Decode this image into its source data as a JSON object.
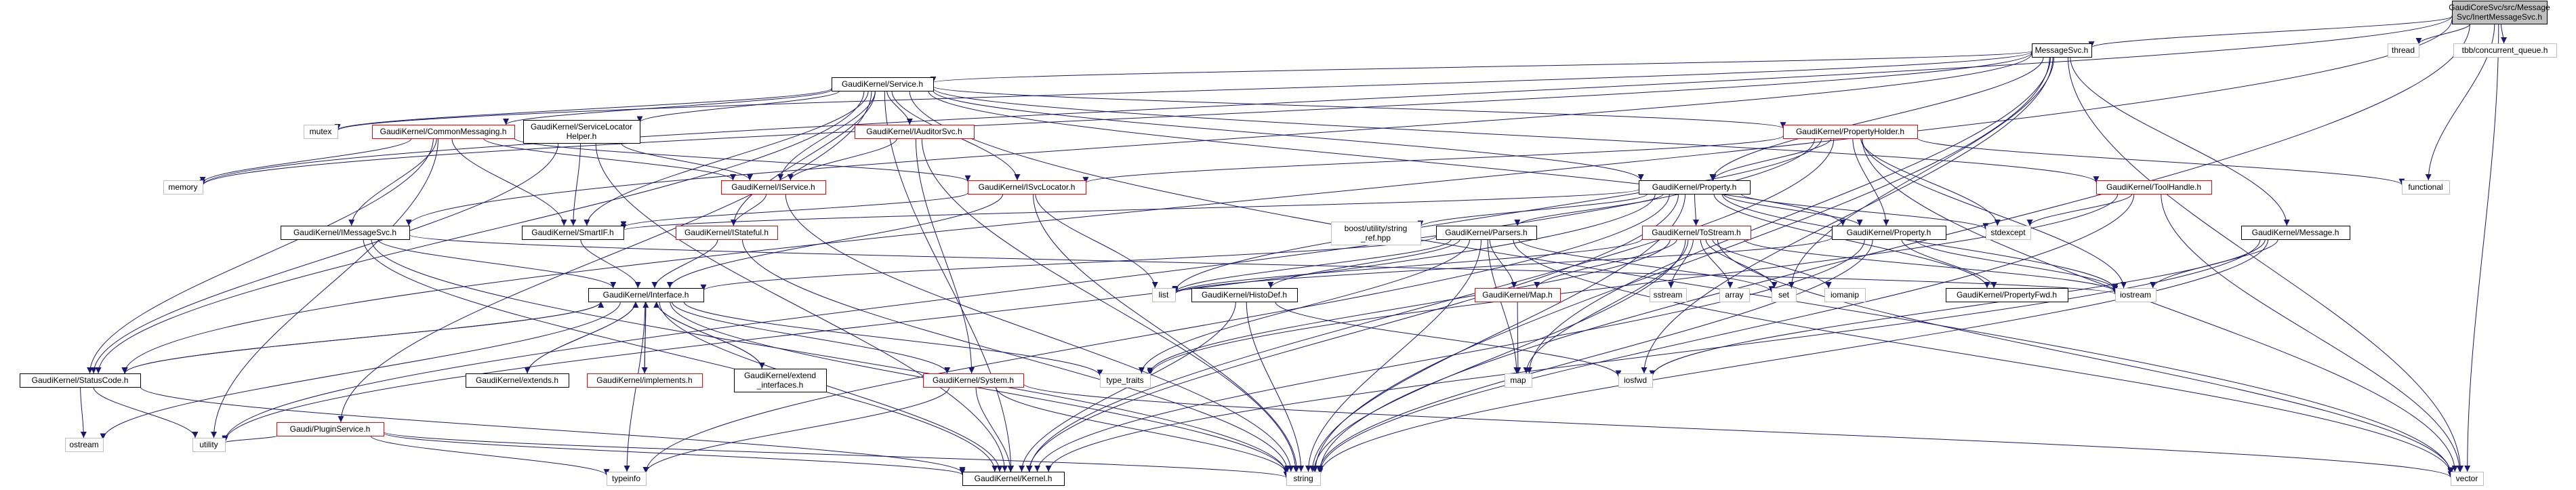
{
  "colors": {
    "edge": "#191970",
    "root_fill": "#bfbfbf",
    "linked_border": "#ff0000",
    "missing_border": "#bfbfbf",
    "plain_border": "#000000"
  },
  "nodes": [
    {
      "id": "root",
      "lines": [
        "GaudiCoreSvc/src/Message",
        "Svc/InertMessageSvc.h"
      ],
      "kind": "root"
    },
    {
      "id": "thread",
      "lines": [
        "thread"
      ],
      "kind": "missing"
    },
    {
      "id": "tbb",
      "lines": [
        "tbb/concurrent_queue.h"
      ],
      "kind": "missing"
    },
    {
      "id": "msgsvc",
      "lines": [
        "MessageSvc.h"
      ],
      "kind": "plain"
    },
    {
      "id": "service",
      "lines": [
        "GaudiKernel/Service.h"
      ],
      "kind": "plain"
    },
    {
      "id": "mutex",
      "lines": [
        "mutex"
      ],
      "kind": "missing"
    },
    {
      "id": "commonmsg",
      "lines": [
        "GaudiKernel/CommonMessaging.h"
      ],
      "kind": "linked"
    },
    {
      "id": "svclochelper",
      "lines": [
        "GaudiKernel/ServiceLocator",
        "Helper.h"
      ],
      "kind": "plain"
    },
    {
      "id": "auditorsvc",
      "lines": [
        "GaudiKernel/IAuditorSvc.h"
      ],
      "kind": "linked"
    },
    {
      "id": "propholder",
      "lines": [
        "GaudiKernel/PropertyHolder.h"
      ],
      "kind": "linked"
    },
    {
      "id": "memory",
      "lines": [
        "memory"
      ],
      "kind": "missing"
    },
    {
      "id": "isvclocator",
      "lines": [
        "GaudiKernel/ISvcLocator.h"
      ],
      "kind": "linked"
    },
    {
      "id": "iservice",
      "lines": [
        "GaudiKernel/IService.h"
      ],
      "kind": "linked"
    },
    {
      "id": "property",
      "lines": [
        "GaudiKernel/Property.h"
      ],
      "kind": "plain"
    },
    {
      "id": "toolhandle",
      "lines": [
        "GaudiKernel/ToolHandle.h"
      ],
      "kind": "linked"
    },
    {
      "id": "functional",
      "lines": [
        "functional"
      ],
      "kind": "missing"
    },
    {
      "id": "imessagesvc",
      "lines": [
        "GaudiKernel/IMessageSvc.h"
      ],
      "kind": "plain"
    },
    {
      "id": "smartif",
      "lines": [
        "GaudiKernel/SmartIF.h"
      ],
      "kind": "plain"
    },
    {
      "id": "istateful",
      "lines": [
        "GaudiKernel/IStateful.h"
      ],
      "kind": "linked"
    },
    {
      "id": "stringref",
      "lines": [
        "boost/utility/string",
        "_ref.hpp"
      ],
      "kind": "missing"
    },
    {
      "id": "parsers",
      "lines": [
        "GaudiKernel/Parsers.h"
      ],
      "kind": "plain"
    },
    {
      "id": "tostream",
      "lines": [
        "GaudiKernel/ToStream.h"
      ],
      "kind": "linked"
    },
    {
      "id": "gkproperty",
      "lines": [
        "GaudiKernel/Property.h"
      ],
      "kind": "plain"
    },
    {
      "id": "stdexcept",
      "lines": [
        "stdexcept"
      ],
      "kind": "missing"
    },
    {
      "id": "message",
      "lines": [
        "GaudiKernel/Message.h"
      ],
      "kind": "plain"
    },
    {
      "id": "interface",
      "lines": [
        "GaudiKernel/Interface.h"
      ],
      "kind": "plain"
    },
    {
      "id": "list",
      "lines": [
        "list"
      ],
      "kind": "missing"
    },
    {
      "id": "histodef",
      "lines": [
        "GaudiKernel/HistoDef.h"
      ],
      "kind": "plain"
    },
    {
      "id": "gkmap",
      "lines": [
        "GaudiKernel/Map.h"
      ],
      "kind": "linked"
    },
    {
      "id": "sstream",
      "lines": [
        "sstream"
      ],
      "kind": "missing"
    },
    {
      "id": "array",
      "lines": [
        "array"
      ],
      "kind": "missing"
    },
    {
      "id": "set",
      "lines": [
        "set"
      ],
      "kind": "missing"
    },
    {
      "id": "iomanip",
      "lines": [
        "iomanip"
      ],
      "kind": "missing"
    },
    {
      "id": "propertyfwd",
      "lines": [
        "GaudiKernel/PropertyFwd.h"
      ],
      "kind": "plain"
    },
    {
      "id": "iostream",
      "lines": [
        "iostream"
      ],
      "kind": "missing"
    },
    {
      "id": "statuscode",
      "lines": [
        "GaudiKernel/StatusCode.h"
      ],
      "kind": "plain"
    },
    {
      "id": "extends",
      "lines": [
        "GaudiKernel/extends.h"
      ],
      "kind": "plain"
    },
    {
      "id": "implements",
      "lines": [
        "GaudiKernel/implements.h"
      ],
      "kind": "linked"
    },
    {
      "id": "extendif",
      "lines": [
        "GaudiKernel/extend",
        "_interfaces.h"
      ],
      "kind": "plain"
    },
    {
      "id": "system",
      "lines": [
        "GaudiKernel/System.h"
      ],
      "kind": "linked"
    },
    {
      "id": "typetraits",
      "lines": [
        "type_traits"
      ],
      "kind": "missing"
    },
    {
      "id": "map",
      "lines": [
        "map"
      ],
      "kind": "missing"
    },
    {
      "id": "iosfwd",
      "lines": [
        "iosfwd"
      ],
      "kind": "missing"
    },
    {
      "id": "pluginsvc",
      "lines": [
        "Gaudi/PluginService.h"
      ],
      "kind": "linked"
    },
    {
      "id": "ostream",
      "lines": [
        "ostream"
      ],
      "kind": "missing"
    },
    {
      "id": "utility",
      "lines": [
        "utility"
      ],
      "kind": "missing"
    },
    {
      "id": "typeinfo",
      "lines": [
        "typeinfo"
      ],
      "kind": "missing"
    },
    {
      "id": "kernel",
      "lines": [
        "GaudiKernel/Kernel.h"
      ],
      "kind": "plain"
    },
    {
      "id": "string",
      "lines": [
        "string"
      ],
      "kind": "missing"
    },
    {
      "id": "vector",
      "lines": [
        "vector"
      ],
      "kind": "missing"
    }
  ],
  "edges": [
    [
      "root",
      "thread"
    ],
    [
      "root",
      "tbb"
    ],
    [
      "root",
      "msgsvc"
    ],
    [
      "root",
      "functional"
    ],
    [
      "root",
      "memory"
    ],
    [
      "root",
      "statuscode"
    ],
    [
      "root",
      "string"
    ],
    [
      "root",
      "vector"
    ],
    [
      "msgsvc",
      "service"
    ],
    [
      "msgsvc",
      "imessagesvc"
    ],
    [
      "msgsvc",
      "message"
    ],
    [
      "msgsvc",
      "property"
    ],
    [
      "msgsvc",
      "memory"
    ],
    [
      "msgsvc",
      "map"
    ],
    [
      "msgsvc",
      "iosfwd"
    ],
    [
      "msgsvc",
      "vector"
    ],
    [
      "msgsvc",
      "string"
    ],
    [
      "msgsvc",
      "mutex"
    ],
    [
      "msgsvc",
      "set"
    ],
    [
      "service",
      "mutex"
    ],
    [
      "service",
      "commonmsg"
    ],
    [
      "service",
      "svclochelper"
    ],
    [
      "service",
      "auditorsvc"
    ],
    [
      "service",
      "propholder"
    ],
    [
      "service",
      "isvclocator"
    ],
    [
      "service",
      "iservice"
    ],
    [
      "service",
      "property"
    ],
    [
      "service",
      "toolhandle"
    ],
    [
      "service",
      "smartif"
    ],
    [
      "service",
      "istateful"
    ],
    [
      "service",
      "pluginsvc"
    ],
    [
      "service",
      "statuscode"
    ],
    [
      "service",
      "kernel"
    ],
    [
      "service",
      "vector"
    ],
    [
      "service",
      "gkproperty"
    ],
    [
      "commonmsg",
      "memory"
    ],
    [
      "commonmsg",
      "imessagesvc"
    ],
    [
      "commonmsg",
      "smartif"
    ],
    [
      "commonmsg",
      "iservice"
    ],
    [
      "commonmsg",
      "isvclocator"
    ],
    [
      "commonmsg",
      "statuscode"
    ],
    [
      "commonmsg",
      "utility"
    ],
    [
      "svclochelper",
      "iservice"
    ],
    [
      "svclochelper",
      "smartif"
    ],
    [
      "svclochelper",
      "kernel"
    ],
    [
      "svclochelper",
      "statuscode"
    ],
    [
      "auditorsvc",
      "iservice"
    ],
    [
      "auditorsvc",
      "system"
    ],
    [
      "auditorsvc",
      "string"
    ],
    [
      "propholder",
      "isvclocator"
    ],
    [
      "propholder",
      "property"
    ],
    [
      "propholder",
      "gkproperty"
    ],
    [
      "propholder",
      "functional"
    ],
    [
      "propholder",
      "stdexcept"
    ],
    [
      "propholder",
      "iostream"
    ],
    [
      "propholder",
      "vector"
    ],
    [
      "propholder",
      "list"
    ],
    [
      "propholder",
      "utility"
    ],
    [
      "propholder",
      "kernel"
    ],
    [
      "isvclocator",
      "smartif"
    ],
    [
      "isvclocator",
      "interface"
    ],
    [
      "isvclocator",
      "list"
    ],
    [
      "isvclocator",
      "string"
    ],
    [
      "iservice",
      "istateful"
    ],
    [
      "iservice",
      "string"
    ],
    [
      "property",
      "smartif"
    ],
    [
      "property",
      "stringref"
    ],
    [
      "property",
      "parsers"
    ],
    [
      "property",
      "tostream"
    ],
    [
      "property",
      "gkproperty"
    ],
    [
      "property",
      "stdexcept"
    ],
    [
      "property",
      "string"
    ],
    [
      "property",
      "typeinfo"
    ],
    [
      "property",
      "kernel"
    ],
    [
      "property",
      "propertyfwd"
    ],
    [
      "property",
      "iostream"
    ],
    [
      "property",
      "utility"
    ],
    [
      "toolhandle",
      "stdexcept"
    ],
    [
      "toolhandle",
      "string"
    ],
    [
      "toolhandle",
      "vector"
    ],
    [
      "toolhandle",
      "typetraits"
    ],
    [
      "imessagesvc",
      "interface"
    ],
    [
      "imessagesvc",
      "kernel"
    ],
    [
      "imessagesvc",
      "string"
    ],
    [
      "imessagesvc",
      "iostream"
    ],
    [
      "smartif",
      "interface"
    ],
    [
      "istateful",
      "interface"
    ],
    [
      "istateful",
      "string"
    ],
    [
      "parsers",
      "interface"
    ],
    [
      "parsers",
      "histodef"
    ],
    [
      "parsers",
      "gkmap"
    ],
    [
      "parsers",
      "list"
    ],
    [
      "parsers",
      "map"
    ],
    [
      "parsers",
      "set"
    ],
    [
      "parsers",
      "string"
    ],
    [
      "parsers",
      "vector"
    ],
    [
      "parsers",
      "typetraits"
    ],
    [
      "tostream",
      "gkmap"
    ],
    [
      "tostream",
      "sstream"
    ],
    [
      "tostream",
      "array"
    ],
    [
      "tostream",
      "set"
    ],
    [
      "tostream",
      "iomanip"
    ],
    [
      "tostream",
      "list"
    ],
    [
      "tostream",
      "map"
    ],
    [
      "tostream",
      "string"
    ],
    [
      "tostream",
      "vector"
    ],
    [
      "tostream",
      "typetraits"
    ],
    [
      "tostream",
      "iostream"
    ],
    [
      "gkproperty",
      "propertyfwd"
    ],
    [
      "gkproperty",
      "kernel"
    ],
    [
      "gkproperty",
      "iostream"
    ],
    [
      "gkproperty",
      "string"
    ],
    [
      "gkproperty",
      "list"
    ],
    [
      "message",
      "iostream"
    ],
    [
      "message",
      "string"
    ],
    [
      "message",
      "kernel"
    ],
    [
      "message",
      "iosfwd"
    ],
    [
      "interface",
      "statuscode"
    ],
    [
      "interface",
      "extends"
    ],
    [
      "interface",
      "implements"
    ],
    [
      "interface",
      "extendif"
    ],
    [
      "interface",
      "system"
    ],
    [
      "interface",
      "typetraits"
    ],
    [
      "interface",
      "kernel"
    ],
    [
      "interface",
      "typeinfo"
    ],
    [
      "interface",
      "ostream"
    ],
    [
      "interface",
      "string"
    ],
    [
      "extends",
      "interface"
    ],
    [
      "implements",
      "interface"
    ],
    [
      "extendif",
      "interface"
    ],
    [
      "histodef",
      "kernel"
    ],
    [
      "histodef",
      "string"
    ],
    [
      "histodef",
      "iosfwd"
    ],
    [
      "gkmap",
      "map"
    ],
    [
      "statuscode",
      "ostream"
    ],
    [
      "statuscode",
      "utility"
    ],
    [
      "statuscode",
      "kernel"
    ],
    [
      "statuscode",
      "interface"
    ],
    [
      "system",
      "kernel"
    ],
    [
      "system",
      "typeinfo"
    ],
    [
      "system",
      "string"
    ],
    [
      "system",
      "vector"
    ],
    [
      "pluginsvc",
      "utility"
    ],
    [
      "pluginsvc",
      "kernel"
    ],
    [
      "pluginsvc",
      "string"
    ],
    [
      "pluginsvc",
      "typeinfo"
    ]
  ]
}
